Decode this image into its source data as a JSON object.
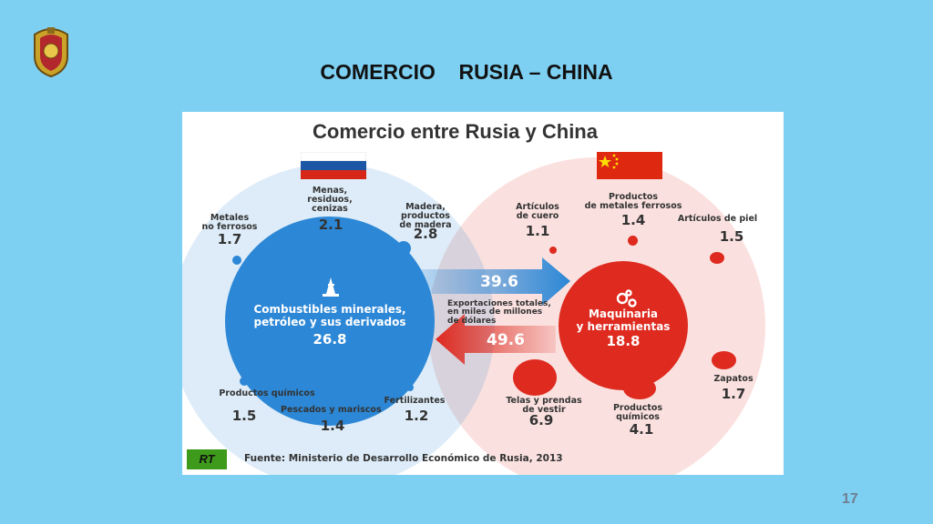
{
  "slide": {
    "title": "COMERCIO    RUSIA – CHINA",
    "page_number": "17"
  },
  "infographic": {
    "title": "Comercio entre Rusia y China",
    "source": "Fuente: Ministerio de Desarrollo Económico de Rusia, 2013",
    "logo_text": "RT",
    "russia": {
      "main": {
        "label": "Combustibles minerales,\npetróleo y sus derivados",
        "value": "26.8"
      },
      "items": [
        {
          "label": "Metales\nno ferrosos",
          "value": "1.7"
        },
        {
          "label": "Menas,\nresiduos,\ncenizas",
          "value": "2.1"
        },
        {
          "label": "Madera,\nproductos\nde madera",
          "value": "2.8"
        },
        {
          "label": "Productos químicos",
          "value": "1.5"
        },
        {
          "label": "Pescados y mariscos",
          "value": "1.4"
        },
        {
          "label": "Fertilizantes",
          "value": "1.2"
        }
      ]
    },
    "china": {
      "main": {
        "label": "Maquinaria\ny herramientas",
        "value": "18.8"
      },
      "items": [
        {
          "label": "Artículos\nde cuero",
          "value": "1.1"
        },
        {
          "label": "Productos\nde metales ferrosos",
          "value": "1.4"
        },
        {
          "label": "Artículos de piel",
          "value": "1.5"
        },
        {
          "label": "Zapatos",
          "value": "1.7"
        },
        {
          "label": "Telas y prendas\nde vestir",
          "value": "6.9"
        },
        {
          "label": "Productos\nquímicos",
          "value": "4.1"
        }
      ]
    },
    "flows": {
      "to_china": "39.6",
      "to_russia": "49.6",
      "caption": "Exportaciones totales,\nen miles de millones\nde dólares"
    },
    "colors": {
      "russia_blue": "#2c87d6",
      "china_red": "#de2a1f",
      "background": "#7dd0f2"
    }
  }
}
